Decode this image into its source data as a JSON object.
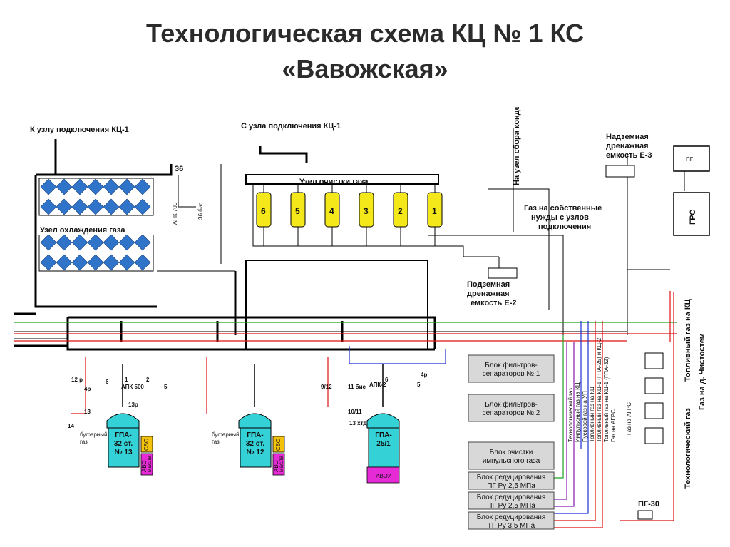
{
  "title": {
    "line1": "Технологическая схема КЦ № 1 КС",
    "line2": "«Вавожская»"
  },
  "labels": {
    "to_node": "К узлу подключения КЦ-1",
    "from_node": "С узла подключения КЦ-1",
    "cleaning_node": "Узел очистки газа",
    "cooling_node": "Узел охлаждения газа",
    "condensate": "На узел сбора конденсата",
    "tank_e3": [
      "Надземная",
      "дренажная",
      "емкость Е-3"
    ],
    "own_needs": [
      "Газ на собственные",
      "нужды с узлов",
      "подключения"
    ],
    "tank_e2": [
      "Подземная",
      "дренажная",
      "емкость Е-2"
    ],
    "apk700": "АПК 700",
    "v36": "36",
    "v36bis": "36 бис",
    "pg": "ПГ",
    "grs": "ГРС",
    "pg30": "ПГ-30",
    "buffer_gas": [
      "буферный",
      "газ"
    ],
    "tech_gas": "Технологический газ",
    "fuel_gas_kc": "Топливный газ на КЦ",
    "gas_agrs": "Газ на АГРС",
    "gas_chistostem": "Газ на д. Чистостем"
  },
  "separators": [
    "6",
    "5",
    "4",
    "3",
    "2",
    "1"
  ],
  "vertical_lines": [
    "Технологический газ",
    "Импульсный газ на КЦ",
    "Пусковой газ на УП",
    "Топливный газ на КЦ",
    "Топливный газ на КЦ-1 (ГПА-25) и КЦ-2",
    "Топливный газ на КЦ-1 (ГПА-32)",
    "Газ на АГРС"
  ],
  "blocks": [
    [
      "Блок фильтров-",
      "сепараторов № 1"
    ],
    [
      "Блок фильтров-",
      "сепараторов № 2"
    ],
    [
      "Блок очистки",
      "импульсного газа"
    ],
    [
      "Блок редуцирования",
      "ПГ Ру 2,5 МПа"
    ],
    [
      "Блок редуцирования",
      "ПГ Ру 2,5 МПа"
    ],
    [
      "Блок редуцирования",
      "ТГ Ру 3,5 МПа"
    ]
  ],
  "units": [
    {
      "name": [
        "ГПА-",
        "32 ст.",
        "№ 13"
      ],
      "side": [
        "СВО",
        "АВО",
        "масла"
      ]
    },
    {
      "name": [
        "ГПА-",
        "32 ст.",
        "№ 12"
      ],
      "side": [
        "СВО",
        "АВО",
        "масла"
      ]
    },
    {
      "name": [
        "ГПА-",
        "25/1"
      ],
      "side": [
        "АВОУ"
      ]
    }
  ],
  "valve_marks": [
    "6",
    "4р",
    "2",
    "5",
    "1",
    "12 р",
    "13",
    "14",
    "13р",
    "АПК 500",
    "9/12",
    "11 бис",
    "АПК-2",
    "10/11",
    "13 хтд",
    "6",
    "4р",
    "5"
  ],
  "colors": {
    "pipe": "#000000",
    "green": "#1fa01f",
    "red": "#e01010",
    "blue": "#1a2fd6",
    "purple": "#8a1ab0",
    "hx": "#2f74c9",
    "sep": "#f5e81a",
    "gpa": "#34d1d6",
    "block": "#d8d8d8",
    "svo": "#f2c20c",
    "avo": "#e52ad6"
  }
}
